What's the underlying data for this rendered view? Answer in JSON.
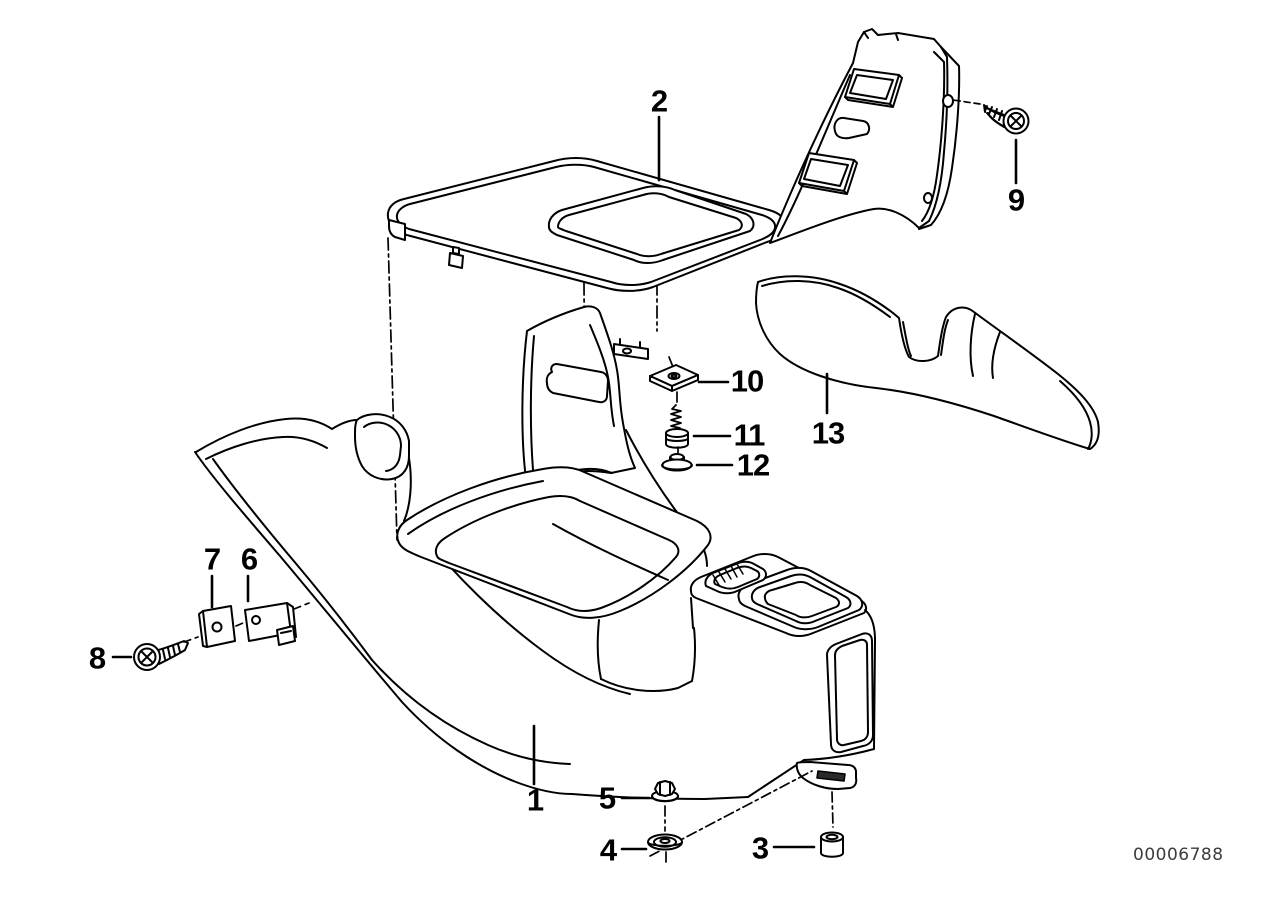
{
  "colors": {
    "background": "#ffffff",
    "ink": "#000000",
    "part_number_ink": "#3c3c3c"
  },
  "callouts": {
    "c1": "1",
    "c2": "2",
    "c3": "3",
    "c4": "4",
    "c5": "5",
    "c6": "6",
    "c7": "7",
    "c8": "8",
    "c9": "9",
    "c10": "10",
    "c11": "11",
    "c12": "12",
    "c13": "13"
  },
  "footer": {
    "part_number": "00006788"
  }
}
